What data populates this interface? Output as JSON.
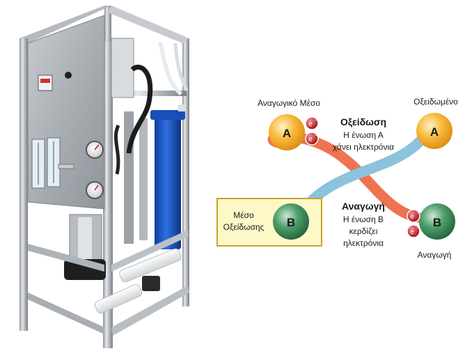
{
  "diagram": {
    "reductant_label": "Αναγωγικό Μέσο",
    "oxidized_label": "Οξειδωμένο",
    "oxidizer_label_line1": "Μέσο",
    "oxidizer_label_line2": "Οξείδωσης",
    "reduced_label": "Αναγωγή",
    "oxidation_title": "Οξείδωση",
    "oxidation_line1": "Η ένωση Α",
    "oxidation_line2": "χάνει ηλεκτρόνια",
    "reduction_title": "Αναγωγή",
    "reduction_line1": "Η ένωση Β",
    "reduction_line2": "κερδίζει",
    "reduction_line3": "ηλεκτρόνια",
    "atom_a": "A",
    "atom_b": "B",
    "electron": "e",
    "electron_charge": "−",
    "colors": {
      "orange_band": "#ee7350",
      "blue_band": "#8cc3dc",
      "atom_a": "#f6a623",
      "atom_b": "#3e8f5e",
      "electron": "#c0282d",
      "label_box_fill": "#fdf8c8",
      "label_box_stroke": "#c9a227"
    }
  }
}
